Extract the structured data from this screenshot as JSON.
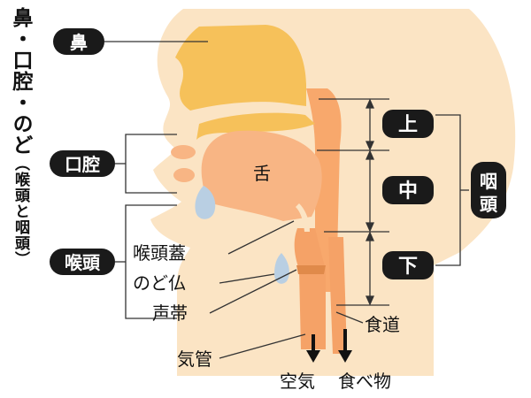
{
  "title": "鼻・口腔・のど",
  "title_paren": "（喉頭と咽頭）",
  "badges": {
    "nose": "鼻",
    "oral_cavity": "口腔",
    "larynx": "喉頭",
    "pharynx": "咽頭"
  },
  "pharynx_sections": {
    "upper": "上",
    "middle": "中",
    "lower": "下"
  },
  "labels": {
    "tongue": "舌",
    "epiglottis": "喉頭蓋",
    "adams_apple": "のど仏",
    "vocal_cords": "声帯",
    "trachea": "気管",
    "esophagus": "食道"
  },
  "arrows": {
    "air": "空気",
    "food": "食べ物"
  },
  "colors": {
    "skin": "#fbe4c4",
    "nasal": "#f6c15a",
    "tissue": "#f8a86c",
    "tongue": "#f8b584",
    "tube": "#f5a267",
    "saliva": "#b9cfe3",
    "badge_bg": "#1a1a1a",
    "badge_text": "#ffffff"
  }
}
